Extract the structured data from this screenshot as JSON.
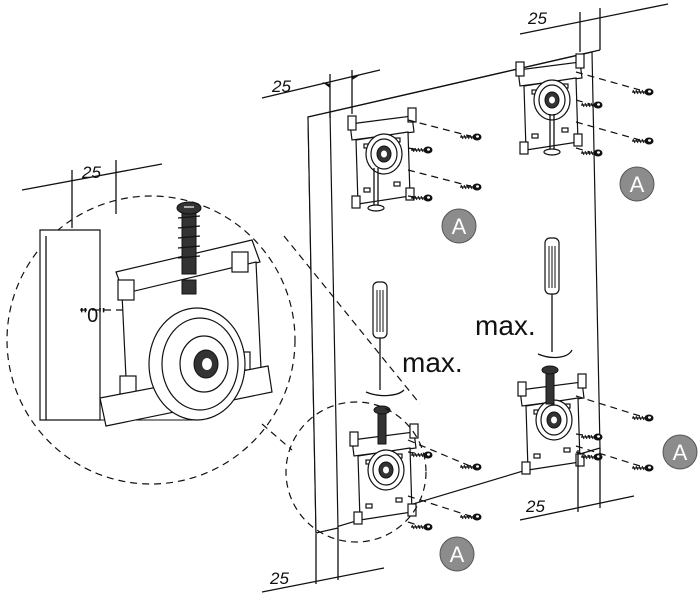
{
  "dimension_label": "25",
  "zero_label": "\"0\"",
  "max_label": "max.",
  "badge_label": "A",
  "badge_color": "#8c8c8c"
}
